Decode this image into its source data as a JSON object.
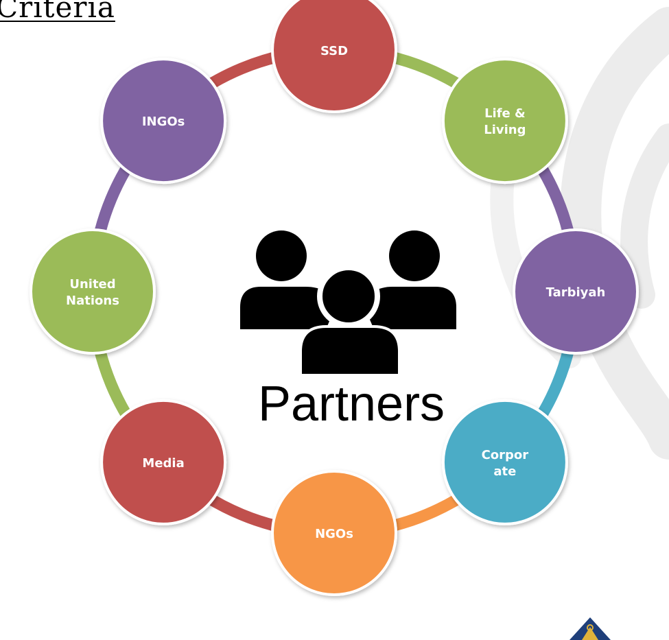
{
  "header": {
    "title": "Criteria"
  },
  "center": {
    "label": "Partners",
    "icon": "people-group-icon"
  },
  "nodes": [
    {
      "id": "ssd",
      "lines": [
        "SSD"
      ],
      "color": "#C0504D"
    },
    {
      "id": "life-living",
      "lines": [
        "Life  &",
        "Living"
      ],
      "color": "#9BBB59"
    },
    {
      "id": "tarbiyah",
      "lines": [
        "Tarbiyah"
      ],
      "color": "#8064A2"
    },
    {
      "id": "corporate",
      "lines": [
        "Corpor",
        "ate"
      ],
      "color": "#4BACC6"
    },
    {
      "id": "ngos",
      "lines": [
        "NGOs"
      ],
      "color": "#F79646"
    },
    {
      "id": "media",
      "lines": [
        "Media"
      ],
      "color": "#C0504D"
    },
    {
      "id": "united-nations",
      "lines": [
        "United",
        "Nations"
      ],
      "color": "#9BBB59"
    },
    {
      "id": "ingos",
      "lines": [
        "INGOs"
      ],
      "color": "#8064A2"
    }
  ],
  "logo": {
    "icon": "emblem-logo-icon"
  }
}
